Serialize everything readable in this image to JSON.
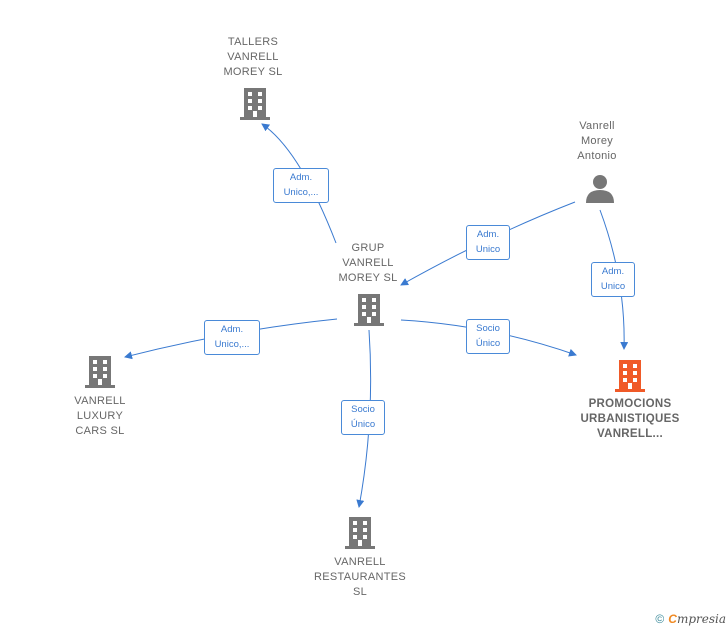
{
  "nodes": {
    "tallers": {
      "label": "TALLERS\nVANRELL\nMOREY  SL",
      "icon": "building-icon",
      "color": "#777777"
    },
    "grup": {
      "label": "GRUP\nVANRELL\nMOREY  SL",
      "icon": "building-icon",
      "color": "#777777"
    },
    "person": {
      "label": "Vanrell\nMorey\nAntonio",
      "icon": "person-icon",
      "color": "#777777"
    },
    "luxury": {
      "label": "VANRELL\nLUXURY\nCARS  SL",
      "icon": "building-icon",
      "color": "#777777"
    },
    "promocions": {
      "label": "PROMOCIONS\nURBANISTIQUES\nVANRELL...",
      "icon": "building-icon",
      "color": "#f05a28"
    },
    "restaurantes": {
      "label": "VANRELL\nRESTAURANTES\nSL",
      "icon": "building-icon",
      "color": "#777777"
    }
  },
  "edges": {
    "grup_tallers": "Adm.\nUnico,...",
    "person_grup": "Adm.\nUnico",
    "person_promocions": "Adm.\nUnico",
    "grup_luxury": "Adm.\nUnico,...",
    "grup_promocions": "Socio\nÚnico",
    "grup_restaurantes": "Socio\nÚnico"
  },
  "colors": {
    "edge": "#3a7ad0",
    "node": "#777777",
    "highlight": "#f05a28"
  },
  "footer": {
    "copyright": "©",
    "brand_first": "C",
    "brand_rest": "mpresia"
  }
}
